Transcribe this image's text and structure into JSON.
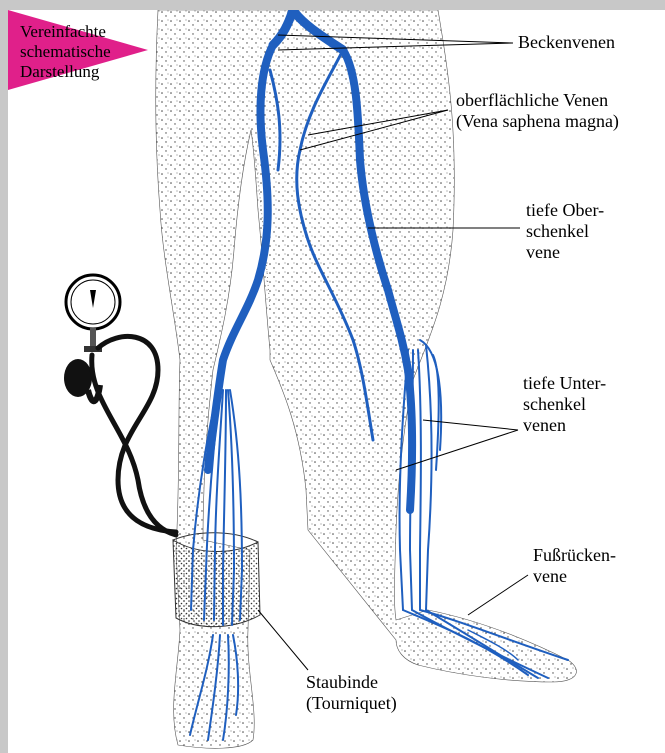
{
  "colors": {
    "vein": "#1f5fbf",
    "stipple": "#333333",
    "corner_triangle": "#e0208a",
    "frame_border": "#c8c8c8"
  },
  "corner_note": {
    "line1": "Vereinfachte",
    "line2": "schematische",
    "line3": "Darstellung"
  },
  "labels": {
    "beckenvenen": "Beckenvenen",
    "oberflaechlich_1": "oberflächliche Venen",
    "oberflaechlich_2": "(Vena saphena magna)",
    "tiefe_ober_1": "tiefe Ober-",
    "tiefe_ober_2": "schenkel",
    "tiefe_ober_3": "vene",
    "tiefe_unter_1": "tiefe Unter-",
    "tiefe_unter_2": "schenkel",
    "tiefe_unter_3": "venen",
    "fussruecken_1": "Fußrücken-",
    "fussruecken_2": "vene",
    "staubinde_1": "Staubinde",
    "staubinde_2": "(Tourniquet)"
  },
  "icons": {
    "manometer": "pressure-gauge-icon",
    "bulb": "inflation-bulb-icon"
  }
}
